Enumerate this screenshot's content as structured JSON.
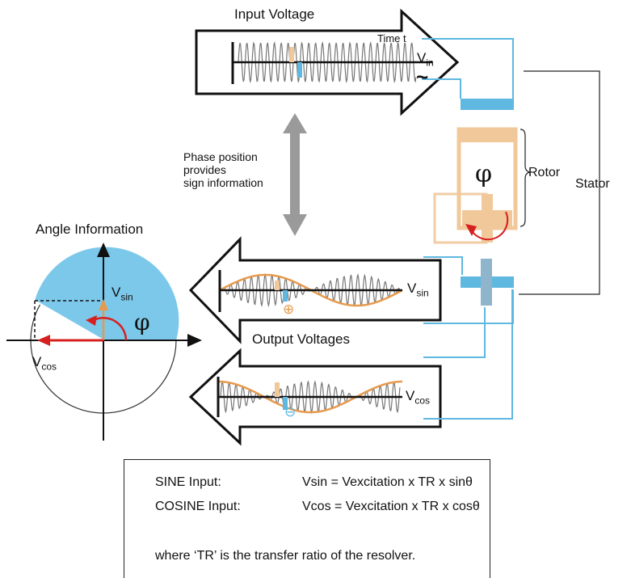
{
  "labels": {
    "input_voltage": "Input Voltage",
    "time_t": "Time t",
    "v_in_main": "V",
    "v_in_sub": "in",
    "phase_line1": "Phase position",
    "phase_line2": "provides",
    "phase_line3": "sign information",
    "rotor": "Rotor",
    "stator": "Stator",
    "phi": "φ",
    "angle_information": "Angle Information",
    "v_sin_main": "V",
    "v_sin_sub": "sin",
    "v_cos_main": "V",
    "v_cos_sub": "cos",
    "output_voltages": "Output Voltages",
    "plus_symbol": "⊕",
    "minus_symbol": "⊖",
    "tilde": "~"
  },
  "formulas": {
    "sine_label": "SINE Input:",
    "sine_formula": "Vsin = Vexcitation x TR x sinθ",
    "cosine_label": "COSINE Input:",
    "cosine_formula": "Vcos = Vexcitation x TR x cosθ",
    "note": "where ‘TR’ is the transfer ratio of the resolver."
  },
  "colors": {
    "blue": "#5fb8e0",
    "light_blue": "#7cc8ea",
    "orange": "#e69a4d",
    "tan": "#f1c89a",
    "red": "#d62020",
    "gray_arrow": "#9a9a9a",
    "steel": "#8fb5cc"
  }
}
